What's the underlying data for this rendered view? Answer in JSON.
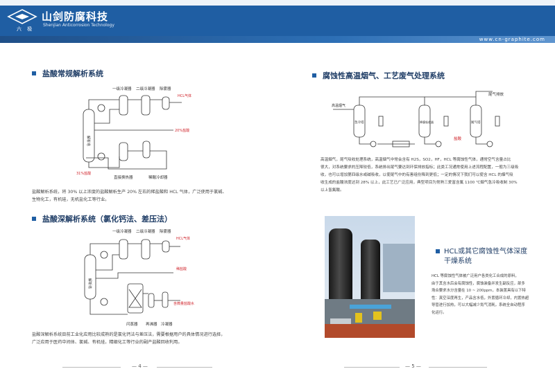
{
  "header": {
    "logo_cn": "六 极",
    "brand_cn": "山剑防腐科技",
    "brand_en": "Shenjian Anticorrosion Technology",
    "url": "www.cn-graphite.com"
  },
  "left": {
    "s1": {
      "title": "盐酸常规解析系统",
      "labels": {
        "c1": "一级冷凝器",
        "c2": "二级冷凝器",
        "c3": "除雾器",
        "hcl": "HCL气体",
        "acid20": "20%盐酸",
        "acid31": "31%盐酸",
        "heater": "直接换热器",
        "cool": "稀酸冷却器",
        "tower": "解析塔"
      },
      "text": [
        "盐酸解析系统，将 30% 以上浓度的盐酸解析生产 20% 左右的稀盐酸和 HCL 气体，广泛使用于氯碱、",
        "生物化工，有机硅，无机盐化工等行业。"
      ]
    },
    "s2": {
      "title": "盐酸深解析系统（氯化钙法、差压法）",
      "labels": {
        "c1": "一级冷凝器",
        "c2": "二级冷凝器",
        "c3": "除雾器",
        "hcl": "HCL气体",
        "dilute": "稀盐酸",
        "waste": "含微量盐酸水",
        "reboiler": "闪蒸器",
        "tower": "解析塔",
        "heater": "再沸器",
        "cool": "冷凝器"
      },
      "text": [
        "盐酸深解析系统目前工业化应用比较成熟的是氯化钙法与差压法，需要根据用户的具体情况进行选择，",
        "广泛应用于医药中间体、氯碱、有机硅，精细化工等行业的副产盐酸回收利用。"
      ]
    },
    "page_number": "— 4 —"
  },
  "right": {
    "s3": {
      "title": "腐蚀性高温烟气、工艺废气处理系统",
      "labels": {
        "gas_in": "高温烟气",
        "tower1": "急冷塔",
        "tower2": "降膜吸收器",
        "tower3": "尾气塔",
        "exhaust": "尾气排放",
        "acid": "盐酸"
      },
      "text": [
        "高温烟气，尾气吸收处理系统，高温烟气中常会含有 H2S，SO2，HF，HCL 等腐蚀性气体，通常空气含量占比",
        "很大，对系统要求的压降较低，系统排出尾气要达到环保排放指标；此类工况通常使用上述流程配置，一般为三级吸",
        "收，也可以增加第四级水或碱吸收，以使尾气中的有害组份降到更低；一定的情况下我们可以使含 HCL 的烟气吸",
        "收生成的盐酸浓度达到 28% 以上，此工艺已广泛应用，典型项目为常熟三爱富含氟 1100 ℃烟气急冷吸收制 30%",
        "以上氢氟酸。"
      ]
    },
    "s4": {
      "title_line1": "HCL或其它腐蚀性气体深度",
      "title_line2": "干燥系统",
      "text": [
        "HCL 等腐蚀性气体被广泛用户各类化工合成的原料，",
        "由于其含水后会有腐蚀性，腐蚀装备并发生副反应，部多",
        "场合要求水分含量在 10 ~ 200ppm，本装置具有以下特",
        "性：真空深度再生，产品含水低，外置循环冷却，内置热超",
        "导管进行加热，可以大幅减少氮气消耗，系统全自动程序",
        "化运行。"
      ]
    },
    "page_number": "— 5 —"
  },
  "colors": {
    "brand_blue": "#1f5ea3",
    "title_navy": "#1f3d66",
    "label_red": "#d0262d"
  }
}
